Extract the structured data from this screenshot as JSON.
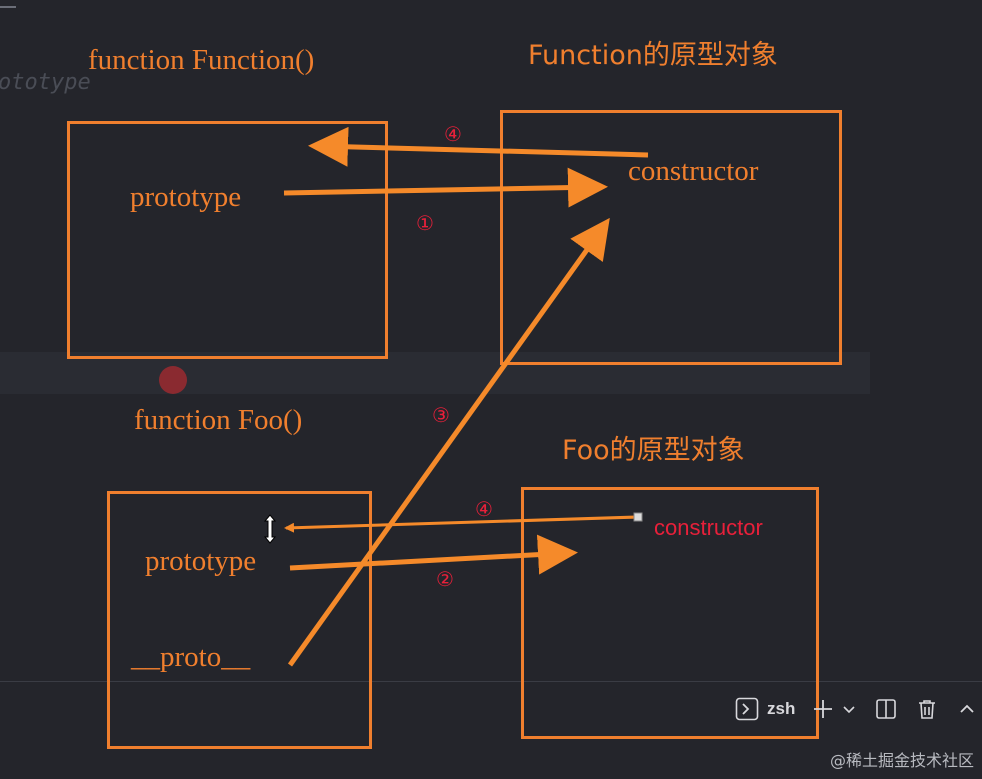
{
  "background": {
    "ghost_code": "ototype"
  },
  "function_box": {
    "heading": "function Function()",
    "prototype_label": "prototype"
  },
  "function_proto_box": {
    "heading": "Function的原型对象",
    "constructor_label": "constructor"
  },
  "foo_box": {
    "heading": "function Foo()",
    "prototype_label": "prototype",
    "proto_label": "__proto__"
  },
  "foo_proto_box": {
    "heading": "Foo的原型对象",
    "constructor_label": "constructor"
  },
  "markers": {
    "one": "①",
    "two": "②",
    "three": "③",
    "four_top": "④",
    "four_bottom": "④"
  },
  "terminal_toolbar": {
    "shell_label": "zsh",
    "icons": [
      "terminal-icon",
      "plus-icon",
      "chevron-down-icon",
      "split-icon",
      "trash-icon",
      "chevron-up-icon"
    ]
  },
  "watermark": "@稀土掘金技术社区",
  "colors": {
    "box_orange": "#f07f2e",
    "marker_red": "#e8203a",
    "background": "#24252b"
  }
}
